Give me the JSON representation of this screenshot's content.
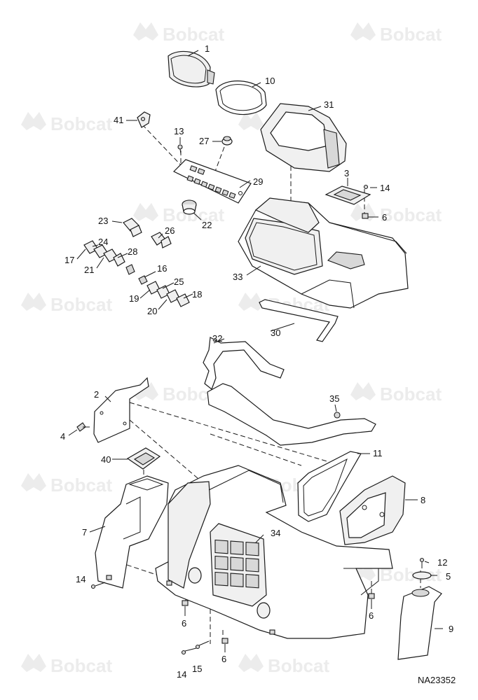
{
  "watermark": {
    "text": "Bobcat",
    "color": "#e6e6e6"
  },
  "drawing_number": "NA23352",
  "callouts": [
    {
      "label": "1",
      "name": "callout-1"
    },
    {
      "label": "10",
      "name": "callout-10"
    },
    {
      "label": "31",
      "name": "callout-31"
    },
    {
      "label": "41",
      "name": "callout-41"
    },
    {
      "label": "13",
      "name": "callout-13"
    },
    {
      "label": "27",
      "name": "callout-27"
    },
    {
      "label": "29",
      "name": "callout-29"
    },
    {
      "label": "3",
      "name": "callout-3"
    },
    {
      "label": "14",
      "name": "callout-14-top"
    },
    {
      "label": "6",
      "name": "callout-6-top"
    },
    {
      "label": "22",
      "name": "callout-22"
    },
    {
      "label": "23",
      "name": "callout-23"
    },
    {
      "label": "26",
      "name": "callout-26"
    },
    {
      "label": "24",
      "name": "callout-24"
    },
    {
      "label": "17",
      "name": "callout-17"
    },
    {
      "label": "28",
      "name": "callout-28"
    },
    {
      "label": "21",
      "name": "callout-21"
    },
    {
      "label": "16",
      "name": "callout-16"
    },
    {
      "label": "25",
      "name": "callout-25"
    },
    {
      "label": "18",
      "name": "callout-18"
    },
    {
      "label": "19",
      "name": "callout-19"
    },
    {
      "label": "20",
      "name": "callout-20"
    },
    {
      "label": "33",
      "name": "callout-33"
    },
    {
      "label": "30",
      "name": "callout-30"
    },
    {
      "label": "32",
      "name": "callout-32"
    },
    {
      "label": "2",
      "name": "callout-2"
    },
    {
      "label": "35",
      "name": "callout-35"
    },
    {
      "label": "4",
      "name": "callout-4"
    },
    {
      "label": "40",
      "name": "callout-40"
    },
    {
      "label": "11",
      "name": "callout-11"
    },
    {
      "label": "8",
      "name": "callout-8"
    },
    {
      "label": "7",
      "name": "callout-7"
    },
    {
      "label": "34",
      "name": "callout-34"
    },
    {
      "label": "12",
      "name": "callout-12"
    },
    {
      "label": "5",
      "name": "callout-5"
    },
    {
      "label": "14",
      "name": "callout-14-left"
    },
    {
      "label": "6",
      "name": "callout-6-left"
    },
    {
      "label": "6",
      "name": "callout-6-right"
    },
    {
      "label": "9",
      "name": "callout-9"
    },
    {
      "label": "6",
      "name": "callout-6-bottom"
    },
    {
      "label": "15",
      "name": "callout-15"
    },
    {
      "label": "14",
      "name": "callout-14-bottom"
    }
  ]
}
